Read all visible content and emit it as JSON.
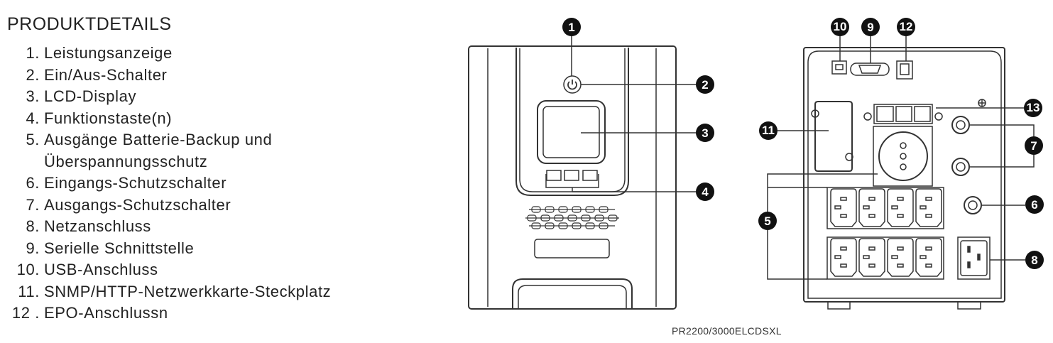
{
  "title": "PRODUKTDETAILS",
  "items": [
    {
      "num": "1.",
      "lines": [
        "Leistungsanzeige"
      ]
    },
    {
      "num": "2.",
      "lines": [
        "Ein/Aus-Schalter"
      ]
    },
    {
      "num": "3.",
      "lines": [
        "LCD-Display"
      ]
    },
    {
      "num": "4.",
      "lines": [
        "Funktionstaste(n)"
      ]
    },
    {
      "num": "5.",
      "lines": [
        "Ausgänge Batterie-Backup und",
        "Überspannungsschutz"
      ]
    },
    {
      "num": "6.",
      "lines": [
        "Eingangs-Schutzschalter"
      ]
    },
    {
      "num": "7.",
      "lines": [
        "Ausgangs-Schutzschalter"
      ]
    },
    {
      "num": "8.",
      "lines": [
        "Netzanschluss"
      ]
    },
    {
      "num": "9.",
      "lines": [
        "Serielle Schnittstelle"
      ]
    },
    {
      "num": "10.",
      "lines": [
        "USB-Anschluss"
      ]
    },
    {
      "num": "11.",
      "lines": [
        "SNMP/HTTP-Netzwerkkarte-Steckplatz"
      ]
    },
    {
      "num": "12 .",
      "lines": [
        "EPO-Anschlussn"
      ]
    }
  ],
  "badges": {
    "b1": "1",
    "b2": "2",
    "b3": "3",
    "b4": "4",
    "b5": "5",
    "b6": "6",
    "b7": "7",
    "b8": "8",
    "b9": "9",
    "b10": "10",
    "b11": "11",
    "b12": "12",
    "b13": "13"
  },
  "caption": "PR2200/3000ELCDSXL"
}
